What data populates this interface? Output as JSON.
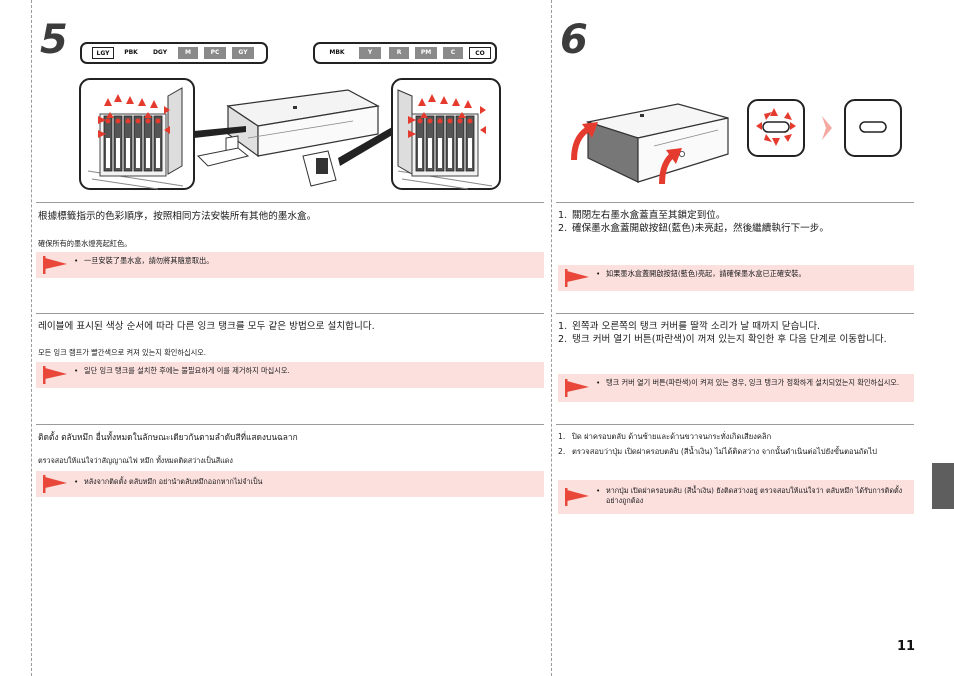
{
  "steps": {
    "left": "5",
    "right": "6"
  },
  "color_bar_left": [
    "LGY",
    "PBK",
    "DGY",
    "M",
    "PC",
    "GY"
  ],
  "color_bar_right": [
    "MBK",
    "Y",
    "R",
    "PM",
    "C",
    "CO"
  ],
  "left": {
    "zh": {
      "main": "根據標籤指示的色彩順序，按照相同方法安裝所有其他的墨水盒。",
      "sub": "確保所有的墨水燈亮起紅色。",
      "note": "一旦安裝了墨水盒，請勿將其隨意取出。"
    },
    "ko": {
      "main": "레이블에 표시된 색상 순서에 따라 다른 잉크 탱크를 모두 같은 방법으로 설치합니다.",
      "sub": "모든 잉크 램프가 빨간색으로 켜져 있는지 확인하십시오.",
      "note": "일단 잉크 탱크를 설치한 후에는 불필요하게 이를 제거하지 마십시오."
    },
    "th": {
      "main": "ติดตั้ง ตลับหมึก อื่นทั้งหมดในลักษณะเดียวกันตามลำดับสีที่แสดงบนฉลาก",
      "sub": "ตรวจสอบให้แน่ใจว่าสัญญาณไฟ หมึก ทั้งหมดติดสว่างเป็นสีแดง",
      "note": "หลังจากติดตั้ง ตลับหมึก อย่านำตลับหมึกออกหากไม่จำเป็น"
    }
  },
  "right": {
    "zh": {
      "step1": "關閉左右墨水盒蓋直至其鎖定到位。",
      "step2": "確保墨水盒蓋開啟按鈕(藍色)未亮起，然後繼續執行下一步。",
      "note": "如果墨水盒蓋開啟按鈕(藍色)亮起，請確保墨水盒已正確安裝。"
    },
    "ko": {
      "step1": "왼쪽과 오른쪽의 탱크 커버를 딸깍 소리가 날 때까지 닫습니다.",
      "step2": "탱크 커버 열기 버튼(파란색)이 꺼져 있는지 확인한 후 다음 단계로 이동합니다.",
      "note": "탱크 커버 열기 버튼(파란색)이 켜져 있는 경우, 잉크 탱크가 정확하게 설치되었는지 확인하십시오."
    },
    "th": {
      "step1": "ปิด ฝาครอบตลับ ด้านซ้ายและด้านขวาจนกระทั่งเกิดเสียงคลิก",
      "step2": "ตรวจสอบว่าปุ่ม เปิดฝาครอบตลับ (สีน้ำเงิน) ไม่ได้ติดสว่าง จากนั้นดำเนินต่อไปยังขั้นตอนถัดไป",
      "note": "หากปุ่ม เปิดฝาครอบตลับ (สีน้ำเงิน) ยังติดสว่างอยู่ ตรวจสอบให้แน่ใจว่า ตลับหมึก ได้รับการติดตั้งอย่างถูกต้อง"
    }
  },
  "markers": {
    "n1": "1.",
    "n2": "2.",
    "bullet": "•"
  },
  "page_number": "11",
  "colors": {
    "note_bg": "#fbe0de",
    "note_flag": "#e8473a",
    "side_tab": "#5e5e5e",
    "blink_red": "#e53a2e",
    "next_arrow": "#f4a8a0"
  }
}
